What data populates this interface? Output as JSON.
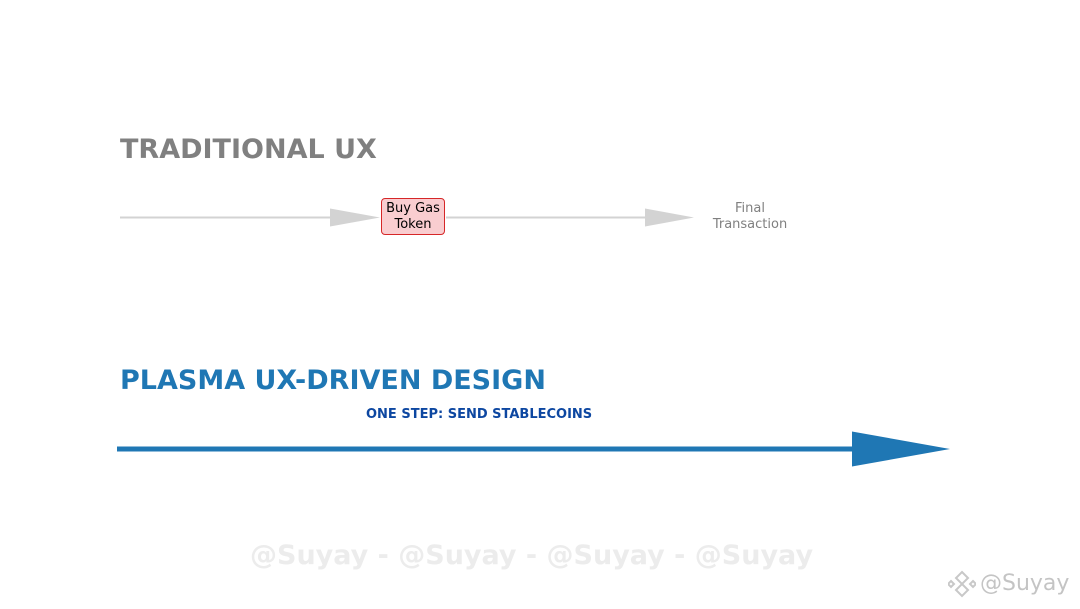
{
  "traditional": {
    "title": "TRADITIONAL UX",
    "step_line1": "Buy Gas",
    "step_line2": "Token",
    "final_line1": "Final",
    "final_line2": "Transaction"
  },
  "plasma": {
    "title": "PLASMA UX-DRIVEN DESIGN",
    "step_label": "ONE STEP: SEND STABLECOINS"
  },
  "watermarks": {
    "center": "@Suyay - @Suyay - @Suyay - @Suyay",
    "corner": "@Suyay",
    "corner_logo_icon": "binance-logo-icon"
  },
  "colors": {
    "traditional_title": "#808080",
    "traditional_arrow": "#d3d3d3",
    "step_fill": "#f9cdd0",
    "step_border": "#d62728",
    "plasma_title": "#1f77b4",
    "plasma_arrow": "#1f77b4",
    "plasma_step_label": "#0d47a1"
  }
}
